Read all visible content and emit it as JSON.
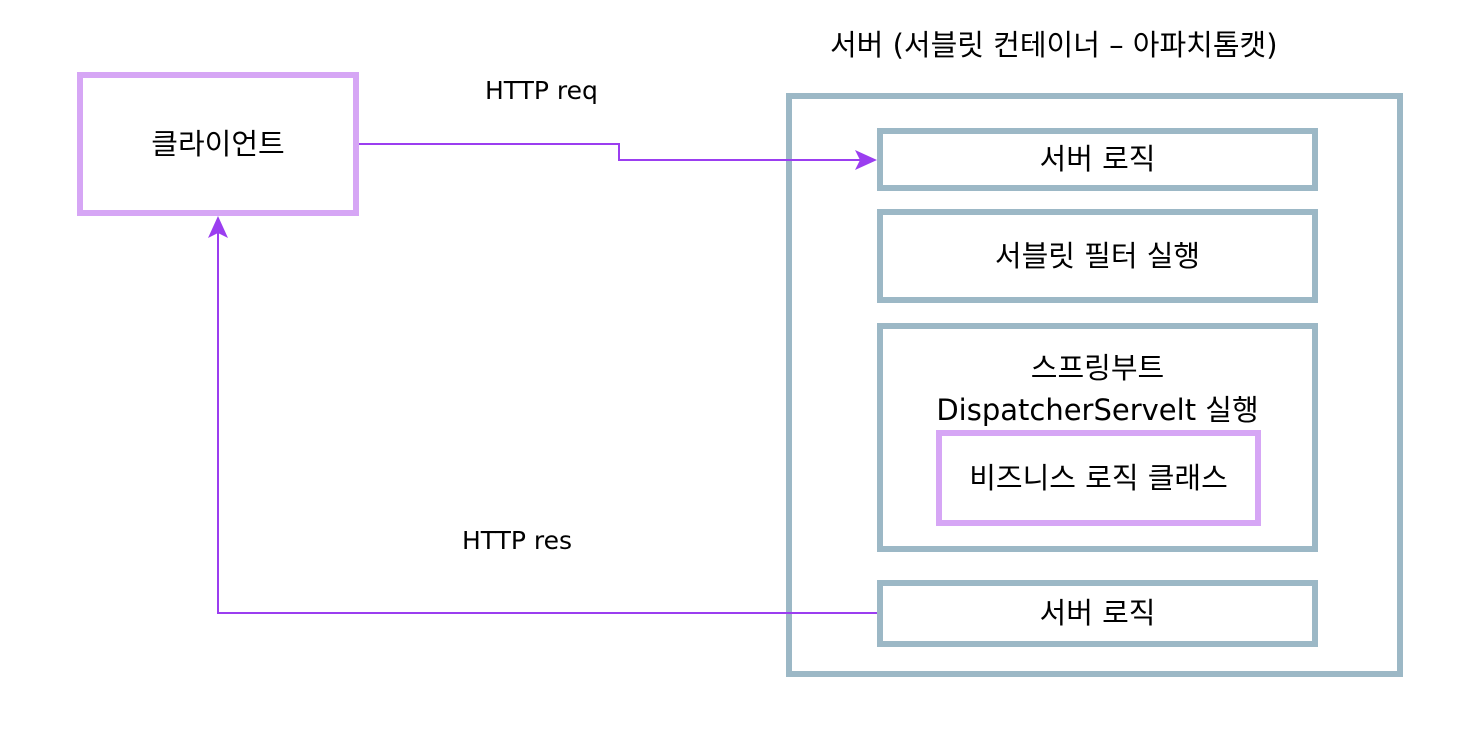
{
  "client": {
    "label": "클라이언트"
  },
  "server": {
    "title": "서버 (서블릿  컨테이너  –  아파치톰캣)",
    "logic_top": "서버 로직",
    "filter": "서블릿 필터 실행",
    "spring_line1": "스프링부트",
    "spring_line2": "DispatcherServelt 실행",
    "business": "비즈니스 로직 클래스",
    "logic_bottom": "서버 로직"
  },
  "arrows": {
    "request_label": "HTTP  req",
    "response_label": "HTTP res",
    "color": "#9b3ef0"
  },
  "colors": {
    "purple_border": "#d6a6f5",
    "blue_border": "#9cb8c6"
  }
}
